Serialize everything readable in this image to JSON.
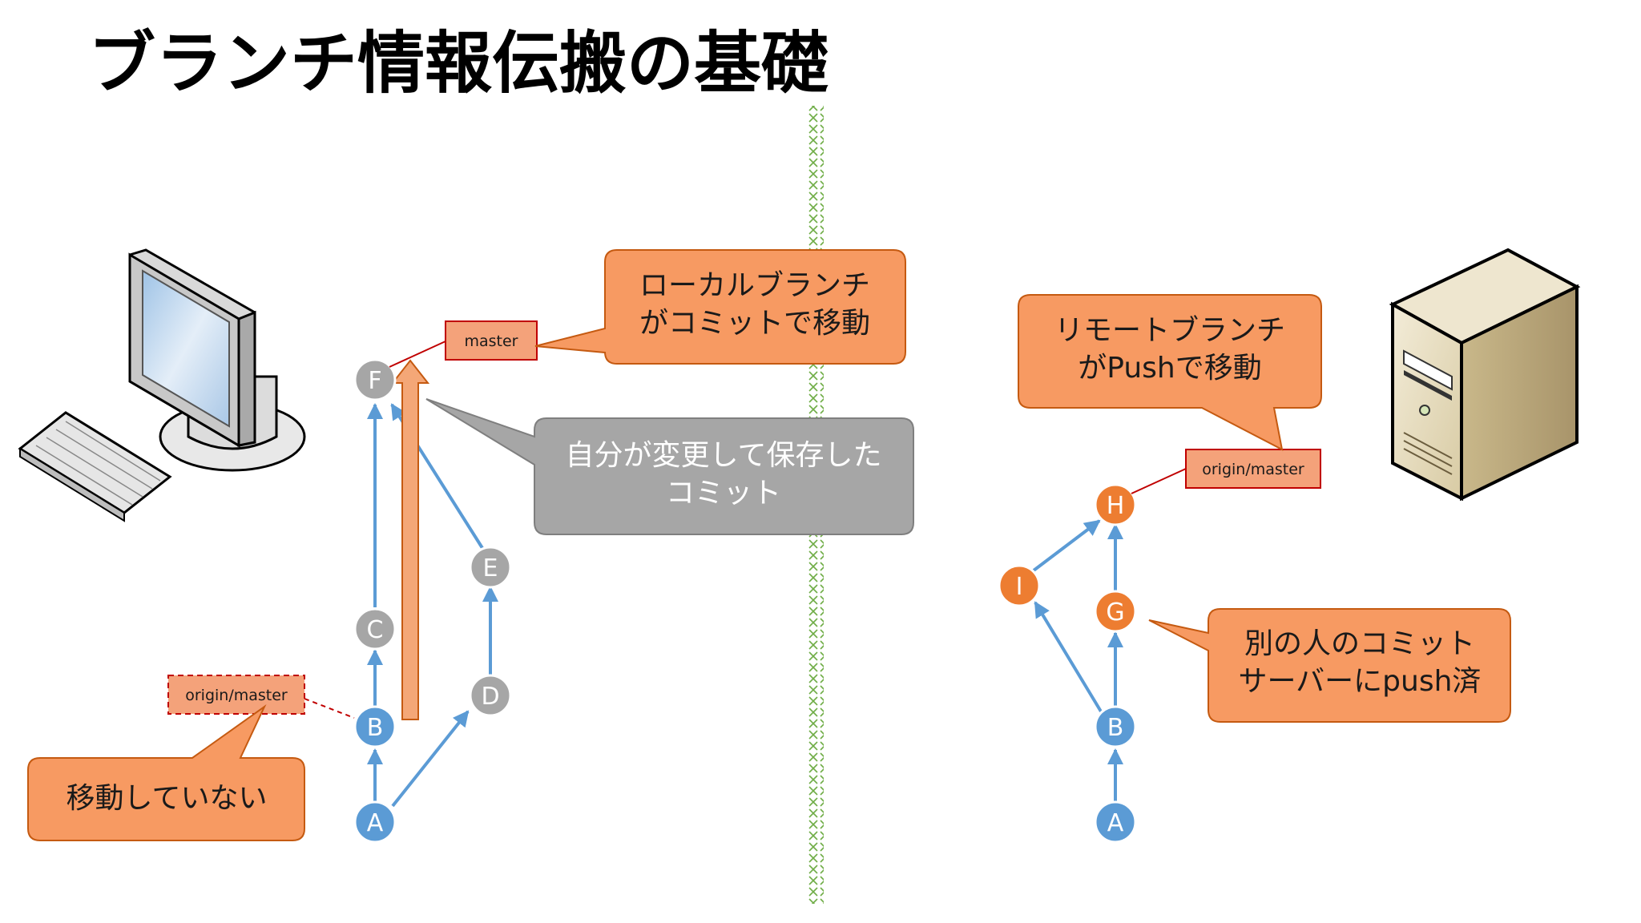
{
  "title": "ブランチ情報伝搬の基礎",
  "colors": {
    "blue": "#5b9bd5",
    "orange": "#ed7d31",
    "gray": "#a6a6a6",
    "light_orange": "#f4a777",
    "callout_orange": "#f79a62",
    "callout_gray": "#a6a6a6",
    "label_fill": "#f4a27a",
    "label_border": "#c00000",
    "divider": "#70ad47"
  },
  "local": {
    "nodes": {
      "A": "A",
      "B": "B",
      "C": "C",
      "D": "D",
      "E": "E",
      "F": "F"
    },
    "master_label": "master",
    "origin_master_label": "origin/master",
    "callout_local_branch": [
      "ローカルブランチ",
      "がコミットで移動"
    ],
    "callout_own_commit": [
      "自分が変更して保存した",
      "コミット"
    ],
    "callout_not_moved": "移動していない"
  },
  "remote": {
    "nodes": {
      "A": "A",
      "B": "B",
      "G": "G",
      "H": "H",
      "I": "I"
    },
    "origin_master_label": "origin/master",
    "callout_remote_branch": [
      "リモートブランチ",
      "がPushで移動"
    ],
    "callout_other_commit": [
      "別の人のコミット",
      "サーバーにpush済"
    ]
  },
  "icons": {
    "computer": "desktop-computer-icon",
    "server": "server-tower-icon"
  }
}
